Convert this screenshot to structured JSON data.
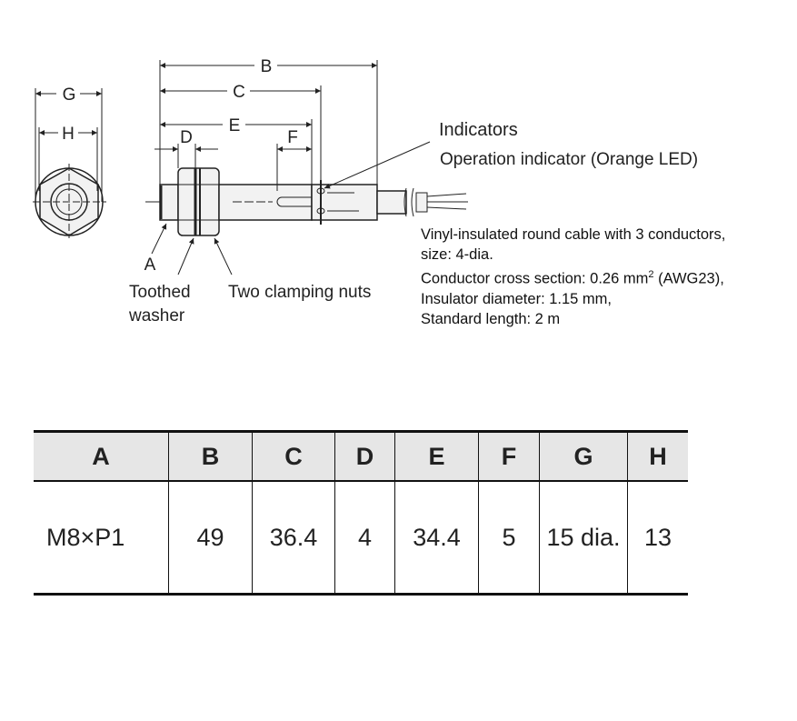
{
  "drawing": {
    "dim_labels": {
      "B": "B",
      "C": "C",
      "D": "D",
      "E": "E",
      "F": "F",
      "G": "G",
      "H": "H"
    },
    "part_labels": {
      "thread": "A",
      "washer_line1": "Toothed",
      "washer_line2": "washer",
      "nuts": "Two clamping nuts",
      "indicators": "Indicators",
      "operation_indicator": "Operation indicator (Orange LED)"
    },
    "cable_note": {
      "line1": "Vinyl-insulated round cable with 3 conductors,",
      "line2": "size: 4-dia.",
      "line3_pre": "Conductor cross section: 0.26 mm",
      "line3_sup": "2",
      "line3_post": " (AWG23),",
      "line4": "Insulator diameter: 1.15 mm,",
      "line5": "Standard length: 2 m"
    }
  },
  "table": {
    "headers": [
      "A",
      "B",
      "C",
      "D",
      "E",
      "F",
      "G",
      "H"
    ],
    "rows": [
      [
        "M8×P1",
        "49",
        "36.4",
        "4",
        "34.4",
        "5",
        "15 dia.",
        "13"
      ]
    ]
  }
}
